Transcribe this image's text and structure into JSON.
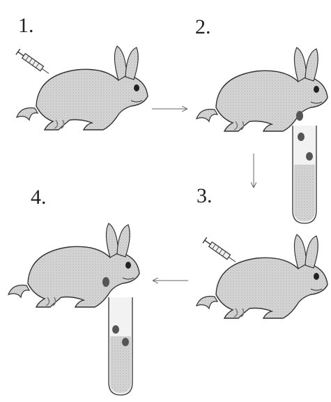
{
  "steps": [
    {
      "number": "1.",
      "syringe": true,
      "blood_drops": false,
      "tube": false
    },
    {
      "number": "2.",
      "syringe": false,
      "blood_drops": true,
      "tube": true
    },
    {
      "number": "3.",
      "syringe": true,
      "blood_drops": false,
      "tube": false
    },
    {
      "number": "4.",
      "syringe": false,
      "blood_drops": true,
      "tube": true
    }
  ],
  "colors": {
    "rabbit_fill": "#d4d4d4",
    "rabbit_outline": "#333333",
    "blood_drop": "#555555",
    "tube_fill": "#e6e6e6",
    "arrow": "#666666"
  }
}
